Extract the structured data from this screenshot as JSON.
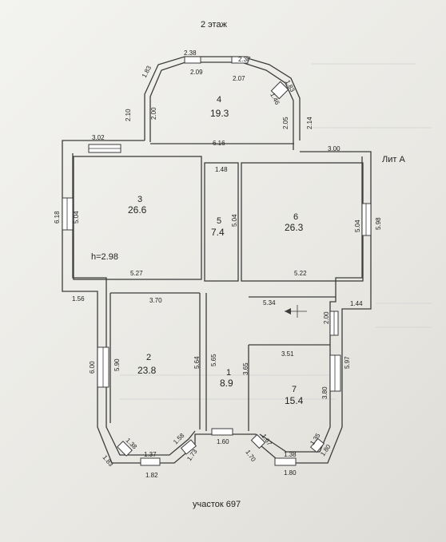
{
  "title": "2 этаж",
  "building_label": "Лит А",
  "lot_label": "участок 697",
  "height_label": "h=2.98",
  "rooms": [
    {
      "number": "1",
      "area": "8.9"
    },
    {
      "number": "2",
      "area": "23.8"
    },
    {
      "number": "3",
      "area": "26.6"
    },
    {
      "number": "4",
      "area": "19.3"
    },
    {
      "number": "5",
      "area": "7.4"
    },
    {
      "number": "6",
      "area": "26.3"
    },
    {
      "number": "7",
      "area": "15.4"
    }
  ],
  "dimensions": {
    "bay_top_a": "2.38",
    "bay_top_b": "2.37",
    "bay_in_a": "2.09",
    "bay_in_b": "2.07",
    "bay_diag_l": "1.83",
    "bay_diag_r": "1.83",
    "bay_diag_in": "1.46",
    "bay_side_l_out": "2.10",
    "bay_side_l_in": "2.00",
    "bay_side_r_in": "2.05",
    "bay_side_r_out": "2.14",
    "bay_bottom": "6.16",
    "top_left": "3.02",
    "top_right": "3.00",
    "room5_width": "1.48",
    "left_out": "6.18",
    "r3_left": "5.04",
    "r3_bottom": "5.27",
    "r5_right": "5.04",
    "r6_left_in": "5.04",
    "r6_right_out": "5.98",
    "r6_bottom": "5.22",
    "step_left": "1.56",
    "r2_top": "3.70",
    "r1_top": "5.34",
    "step_right": "1.44",
    "r1_step": "2.00",
    "r7_top": "3.51",
    "r2_left_out": "6.00",
    "r2_left_in": "5.90",
    "r2_right": "5.64",
    "r1_left": "5.65",
    "r1_right": "3.65",
    "r7_right_in": "3.80",
    "r7_right_out": "5.97",
    "r2_bay_diag_l": "1.38",
    "r2_bay_bottom": "1.37",
    "r2_bay_diag_r": "1.58",
    "r2_bay_out_l": "1.83",
    "r2_bay_out_b": "1.82",
    "r2_bay_out_r": "1.73",
    "door_bottom": "1.60",
    "r7_bay_diag_l": "1.67",
    "r7_bay_bottom": "1.38",
    "r7_bay_diag_r": "1.35",
    "r7_bay_out_l": "1.70",
    "r7_bay_out_b": "1.80",
    "r7_bay_out_r": "1.80"
  }
}
